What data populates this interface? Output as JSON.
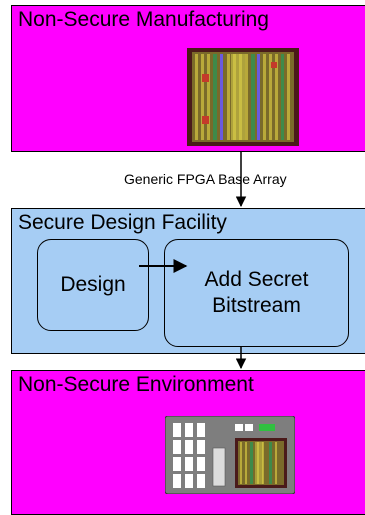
{
  "boxes": {
    "manufacturing": {
      "title": "Non-Secure Manufacturing"
    },
    "facility": {
      "title": "Secure Design Facility",
      "design": "Design",
      "add_secret_line1": "Add Secret",
      "add_secret_line2": "Bitstream"
    },
    "environment": {
      "title": "Non-Secure Environment"
    }
  },
  "edge_labels": {
    "base_array": "Generic FPGA Base Array"
  },
  "icons": {
    "chip": "fpga-chip-icon",
    "board": "circuit-board-icon"
  },
  "colors": {
    "magenta": "#ff00ff",
    "light_blue": "#a6cdf4",
    "line": "#000000"
  }
}
